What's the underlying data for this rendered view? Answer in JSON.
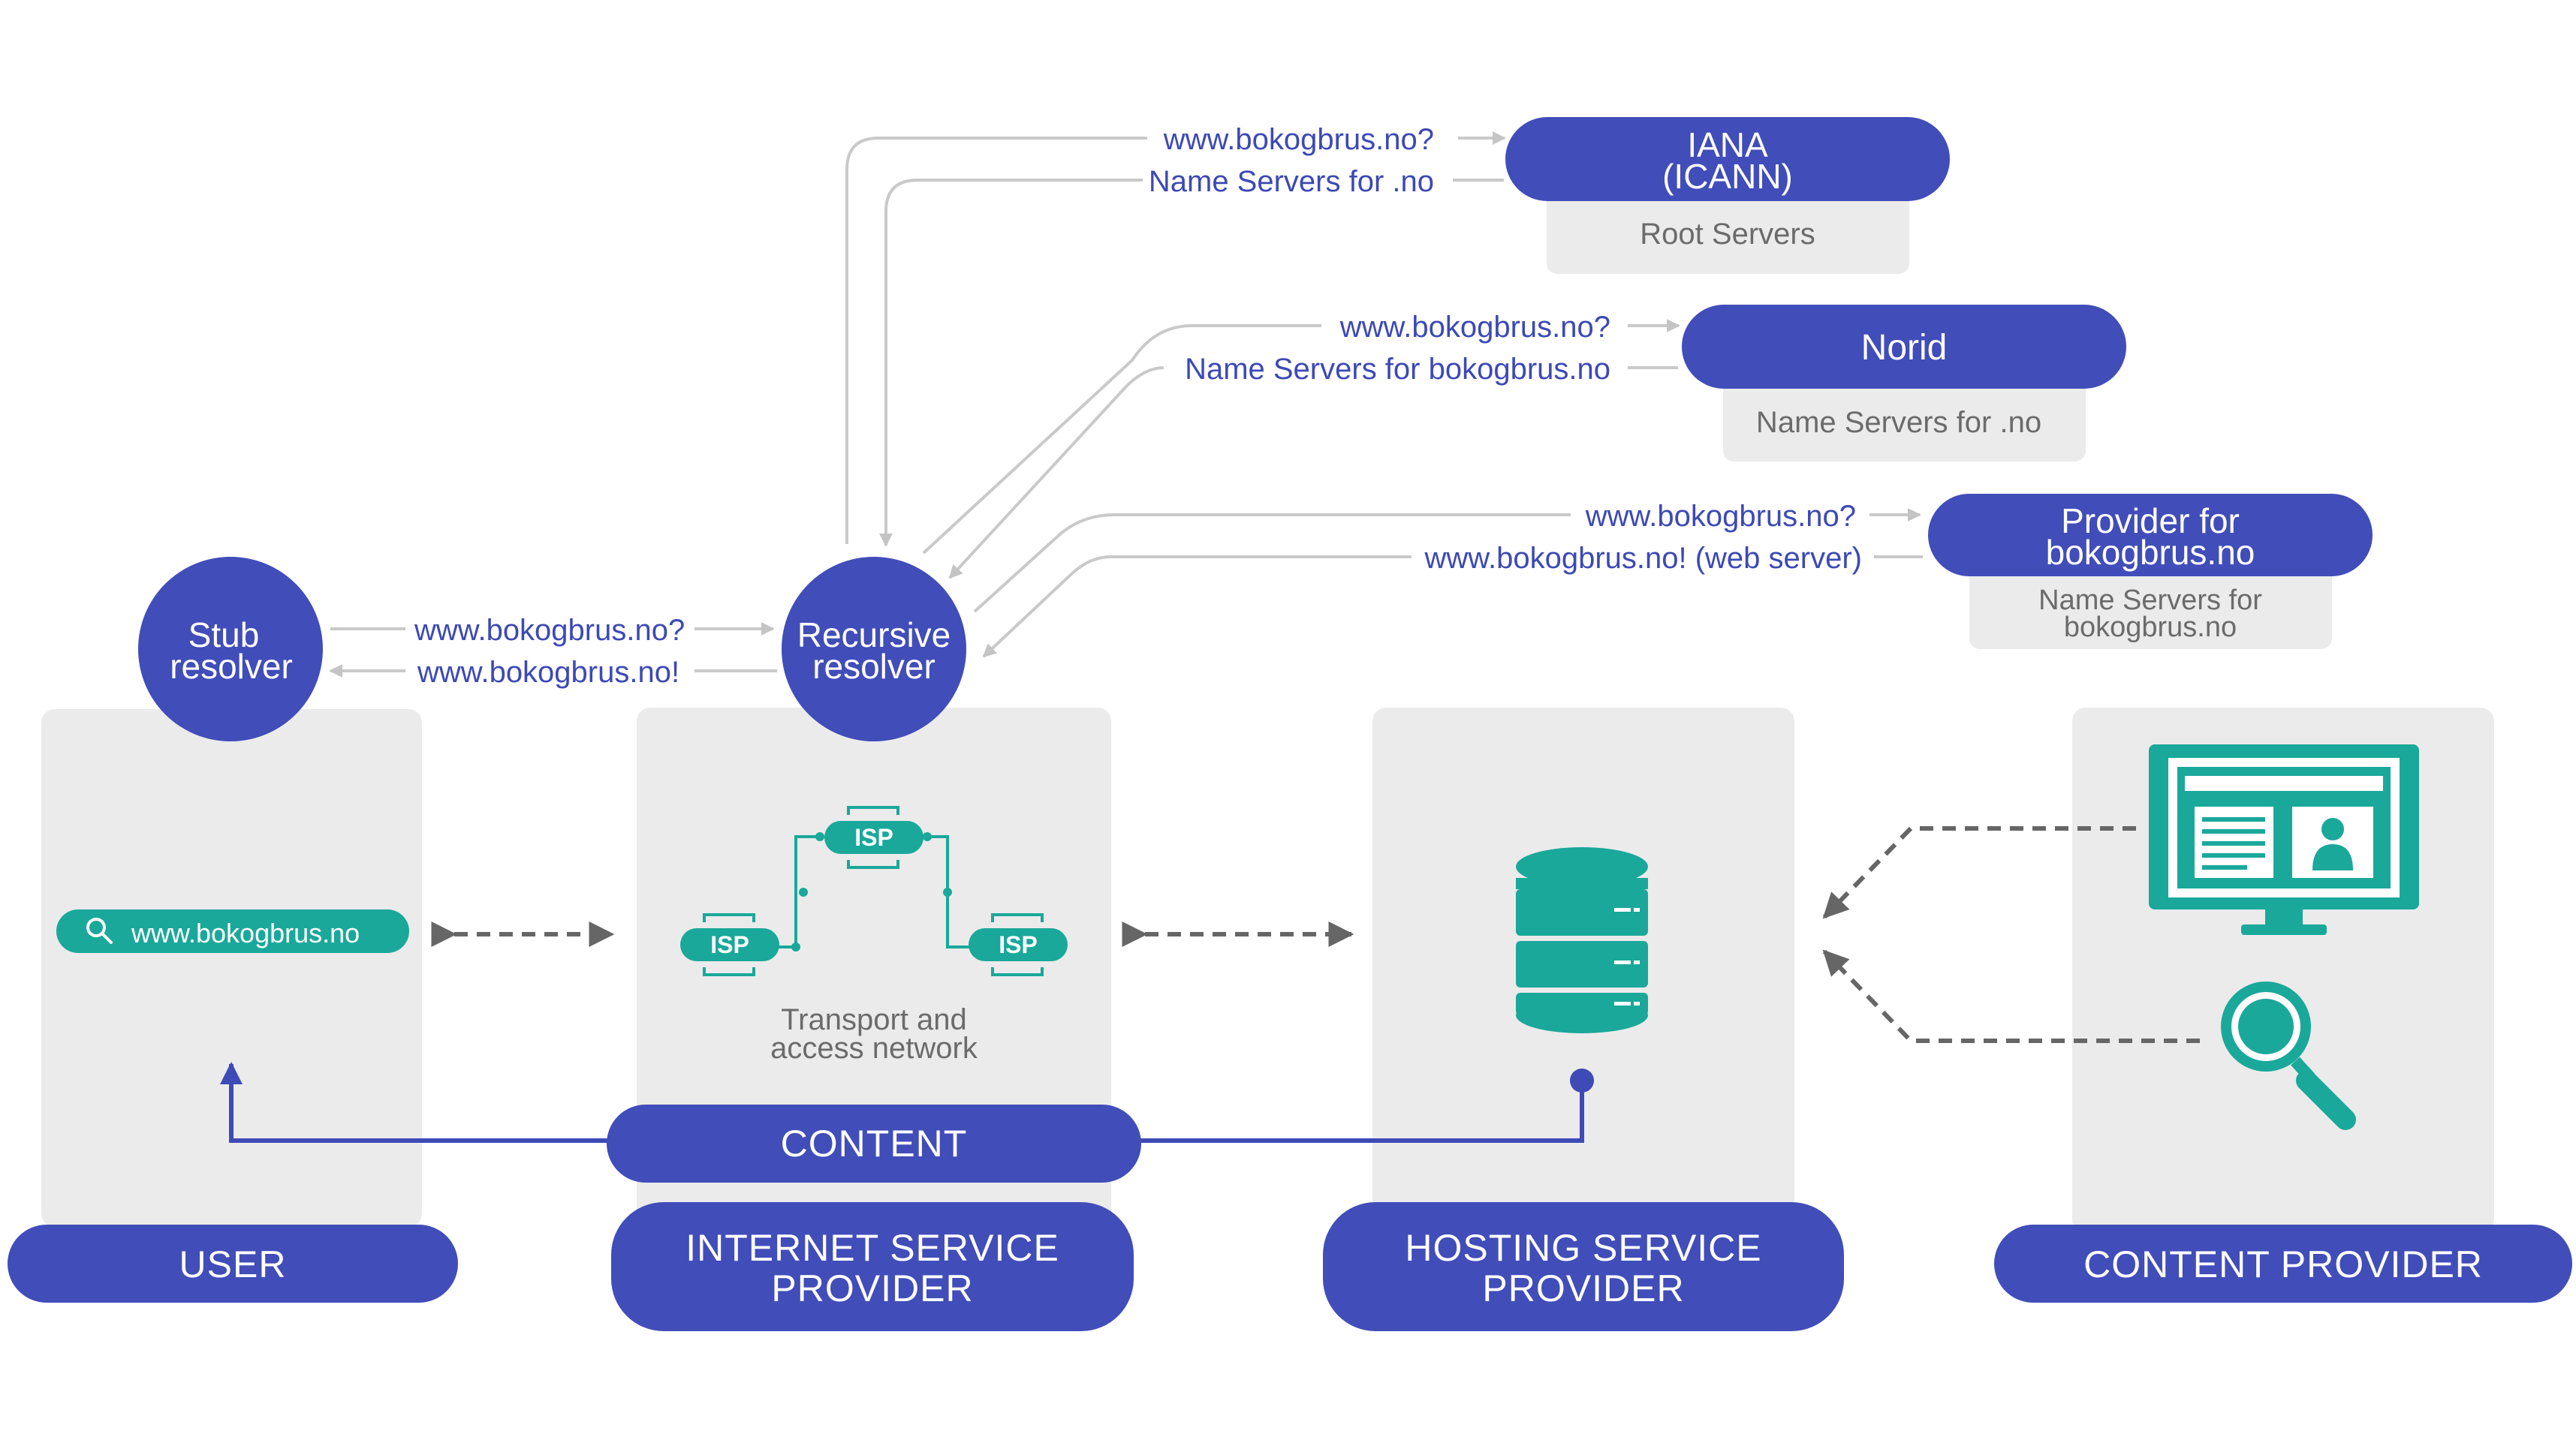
{
  "colors": {
    "primary": "#414db8",
    "teal": "#1aa89b",
    "panel": "#ebebeb",
    "connector": "#c9c9c9",
    "dashed": "#666666",
    "label_text": "#3d49b5"
  },
  "nodes": {
    "stub_resolver": [
      "Stub",
      "resolver"
    ],
    "recursive_resolver": [
      "Recursive",
      "resolver"
    ],
    "iana": {
      "title": [
        "IANA",
        "(ICANN)"
      ],
      "sub": "Root Servers"
    },
    "norid": {
      "title": "Norid",
      "sub": "Name Servers for .no"
    },
    "provider": {
      "title": [
        "Provider for",
        "bokogbrus.no"
      ],
      "sub": [
        "Name Servers for",
        "bokogbrus.no"
      ]
    }
  },
  "queries": {
    "stub_q": "www.bokogbrus.no?",
    "stub_a": "www.bokogbrus.no!",
    "iana_q": "www.bokogbrus.no?",
    "iana_a": "Name Servers for .no",
    "norid_q": "www.bokogbrus.no?",
    "norid_a": "Name Servers for bokogbrus.no",
    "provider_q": "www.bokogbrus.no?",
    "provider_a": "www.bokogbrus.no! (web server)"
  },
  "user": {
    "search_value": "www.bokogbrus.no",
    "label": "USER"
  },
  "isp": {
    "node_label": "ISP",
    "network": [
      "Transport and",
      "access network"
    ],
    "label": [
      "INTERNET SERVICE",
      "PROVIDER"
    ]
  },
  "content_bar": "CONTENT",
  "hosting": {
    "label": [
      "HOSTING SERVICE",
      "PROVIDER"
    ],
    "icon": "database-icon"
  },
  "content_provider": {
    "label": "CONTENT PROVIDER",
    "icons": [
      "monitor-icon",
      "magnifier-icon"
    ]
  }
}
